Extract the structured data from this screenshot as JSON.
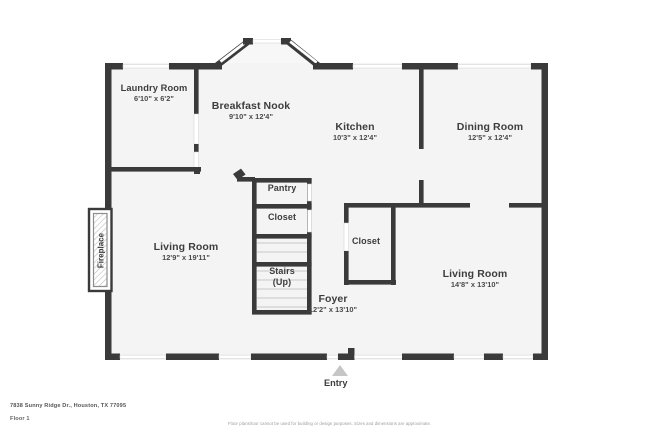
{
  "document": {
    "address": "7838 Sunny Ridge Dr., Houston, TX 77095",
    "floor_label": "Floor 1",
    "disclaimer": "Floor plans/tour cannot be used for building or design purposes. Sizes and dimensions are approximate."
  },
  "colors": {
    "wall": "#3a3a3a",
    "floor_fill": "#f4f4f4",
    "text": "#3d3d3d",
    "muted": "#9a9a9a",
    "background": "#ffffff"
  },
  "entry": {
    "label": "Entry",
    "marker": "triangle-up-icon"
  },
  "fireplace": {
    "label": "Fireplace"
  },
  "rooms": [
    {
      "id": "laundry-room",
      "name": "Laundry Room",
      "dimensions": "6'10\" x 6'2\""
    },
    {
      "id": "breakfast-nook",
      "name": "Breakfast Nook",
      "dimensions": "9'10\" x 12'4\""
    },
    {
      "id": "kitchen",
      "name": "Kitchen",
      "dimensions": "10'3\" x 12'4\""
    },
    {
      "id": "dining-room",
      "name": "Dining Room",
      "dimensions": "12'5\" x 12'4\""
    },
    {
      "id": "living-room-left",
      "name": "Living Room",
      "dimensions": "12'9\" x 19'11\""
    },
    {
      "id": "living-room-right",
      "name": "Living Room",
      "dimensions": "14'8\" x 13'10\""
    },
    {
      "id": "foyer",
      "name": "Foyer",
      "dimensions": "12'2\" x 13'10\""
    },
    {
      "id": "pantry",
      "name": "Pantry",
      "dimensions": ""
    },
    {
      "id": "closet-upper",
      "name": "Closet",
      "dimensions": ""
    },
    {
      "id": "closet-center",
      "name": "Closet",
      "dimensions": ""
    },
    {
      "id": "stairs",
      "name": "Stairs",
      "dimensions": "(Up)"
    }
  ]
}
